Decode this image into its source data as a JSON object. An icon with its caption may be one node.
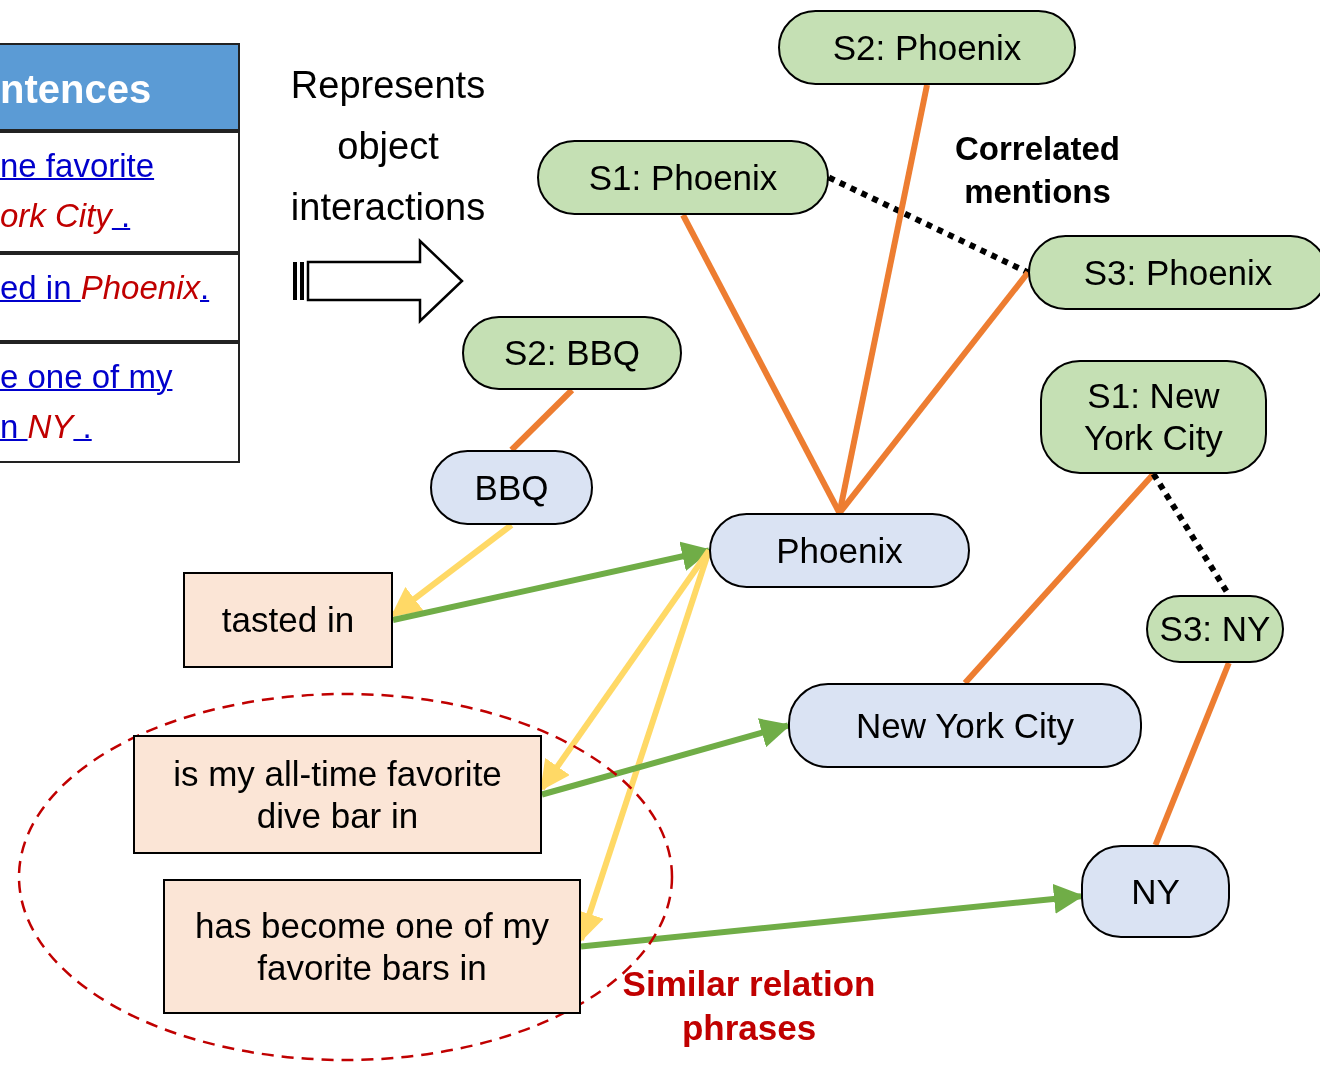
{
  "diagram": {
    "nodes": [
      {
        "text": [
          "S2: Phoenix"
        ]
      },
      {
        "text": [
          "S1: Phoenix"
        ]
      },
      {
        "text": [
          "S3: Phoenix"
        ]
      },
      {
        "text": [
          "S2: BBQ"
        ]
      },
      {
        "text": [
          "S1: New York City"
        ]
      },
      {
        "text": [
          "BBQ"
        ]
      },
      {
        "text": [
          "Phoenix"
        ]
      },
      {
        "text": [
          "S3: NY"
        ]
      },
      {
        "text": [
          "tasted in"
        ]
      },
      {
        "text": [
          "New York City"
        ]
      },
      {
        "text": [
          "Similar relation phrases"
        ]
      },
      {
        "text": [
          "is my all-time favorite dive bar in"
        ],
        "in": 10
      },
      {
        "text": [
          "NY"
        ]
      },
      {
        "text": [
          "has become one of my favorite bars in"
        ],
        "in": 10
      }
    ],
    "edges": [
      {
        "from": 1,
        "to": 2,
        "arrow": "none",
        "style": "dashed",
        "color": "#000000"
      },
      {
        "from": 3,
        "to": 5,
        "arrow": "none"
      },
      {
        "from": 1,
        "to": 6,
        "arrow": "none"
      },
      {
        "from": 0,
        "to": 6,
        "arrow": "none"
      },
      {
        "from": 2,
        "to": 6,
        "arrow": "none"
      },
      {
        "from": 4,
        "to": 9,
        "arrow": "none"
      },
      {
        "from": 4,
        "to": 7,
        "arrow": "none",
        "style": "dashed",
        "color": "#000000"
      },
      {
        "from": 7,
        "to": 12,
        "arrow": "none"
      },
      {
        "from": 5,
        "to": 8,
        "arrow": "to",
        "color": "#ffd966"
      },
      {
        "from": 8,
        "to": 6,
        "arrow": "to",
        "color": "#70ad47"
      },
      {
        "from": 6,
        "to": 11,
        "arrow": "to",
        "color": "#ffd966"
      },
      {
        "from": 6,
        "to": 13,
        "arrow": "to",
        "color": "#ffd966"
      },
      {
        "from": 11,
        "to": 9,
        "arrow": "to",
        "color": "#70ad47"
      },
      {
        "from": 13,
        "to": 12,
        "arrow": "to",
        "color": "#70ad47"
      }
    ],
    "labels": [
      "ntences",
      "ne favorite *ork City* .",
      "ed in *Phoenix*.",
      "e one of my n *NY* .",
      "Represents object interactions",
      "Correlated mentions"
    ]
  }
}
